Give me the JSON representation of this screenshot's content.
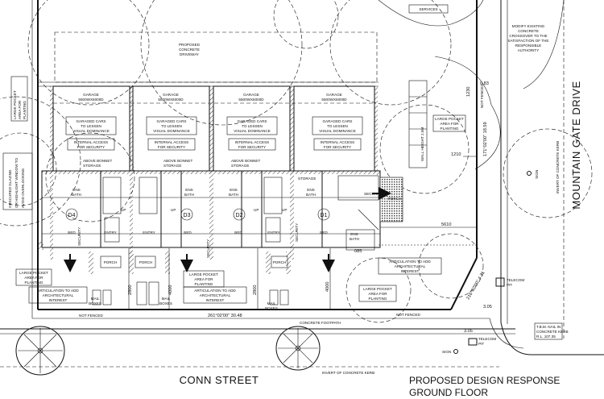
{
  "labels": {
    "services": "SERVICES",
    "modify_crossover": [
      "MODIFY EXISTING",
      "CONCRETE",
      "CROSSOVER TO THE",
      "SATISFACTION OF THE",
      "RESPONSIBLE",
      "AUTHORITY"
    ],
    "driveway": [
      "PROPOSED",
      "CONCRETE",
      "DRIVEWAY"
    ],
    "garage": [
      "GARAGE",
      "5500WX6000D"
    ],
    "garaged_cars": [
      "GARAGED CARS",
      "TO LESSEN",
      "VISUAL DOMINANCE"
    ],
    "internal_access": [
      "INTERNAL ACCESS",
      "FOR SECURITY"
    ],
    "above_bonnet": [
      "ABOVE BONNET",
      "STORAGE"
    ],
    "storage": "STORAGE",
    "ens_bath": [
      "ENS",
      "BATH"
    ],
    "bed": "BED",
    "entry": "ENTRY",
    "porch": "PORCH",
    "security": "SECURITY",
    "up": "UP",
    "large_pocket": [
      "LARGE POCKET",
      "AREA FOR",
      "PLANTING"
    ],
    "articulation": [
      "ARTICULATION TO ADD",
      "ARCHITECTURAL",
      "INTEREST"
    ],
    "mail_boxes": [
      "MAIL",
      "BOXES"
    ],
    "not_fenced": "NOT FENCED",
    "concrete_footpath": "CONCRETE FOOTPATH",
    "invert_kerb": "INVERT OF CONCRETE KERB",
    "telecom_pit": [
      "TELECOM",
      "PIT"
    ],
    "sign": "SIGN",
    "tbm": [
      "T.B.M. NAIL IN",
      "CONCRETE KERB",
      "R.L. 107.35"
    ],
    "obscured_glazing": [
      "OBSCURED GLAZING",
      "OR HIGHLIGHT WINDOW TO",
      "AVOID OVERLOOKING"
    ],
    "unit_d1": "D1",
    "unit_d2": "D2",
    "unit_d3": "D3",
    "unit_d4": "D4",
    "wall_height": "WALL HEIGHT 2.5M",
    "not_fenced_v": "NOT FENCED"
  },
  "dimensions": {
    "bearing_south": "261°02'00\"  30.48",
    "bearing_east": "171°02'00\"  18.59",
    "bearing_corner": "216°02'00\"  4.31",
    "d2800": "2800",
    "d4000": "4000",
    "d5610": "5610",
    "d1210": "1210",
    "d1230": "1230",
    "d_305": "3.05",
    "d_083": "0.83",
    "d_085": "085"
  },
  "street_names": {
    "south": "CONN STREET",
    "east": "MOUNTAIN GATE DRIVE"
  },
  "title_block": {
    "line1": "PROPOSED DESIGN RESPONSE",
    "line2": "GROUND FLOOR"
  }
}
